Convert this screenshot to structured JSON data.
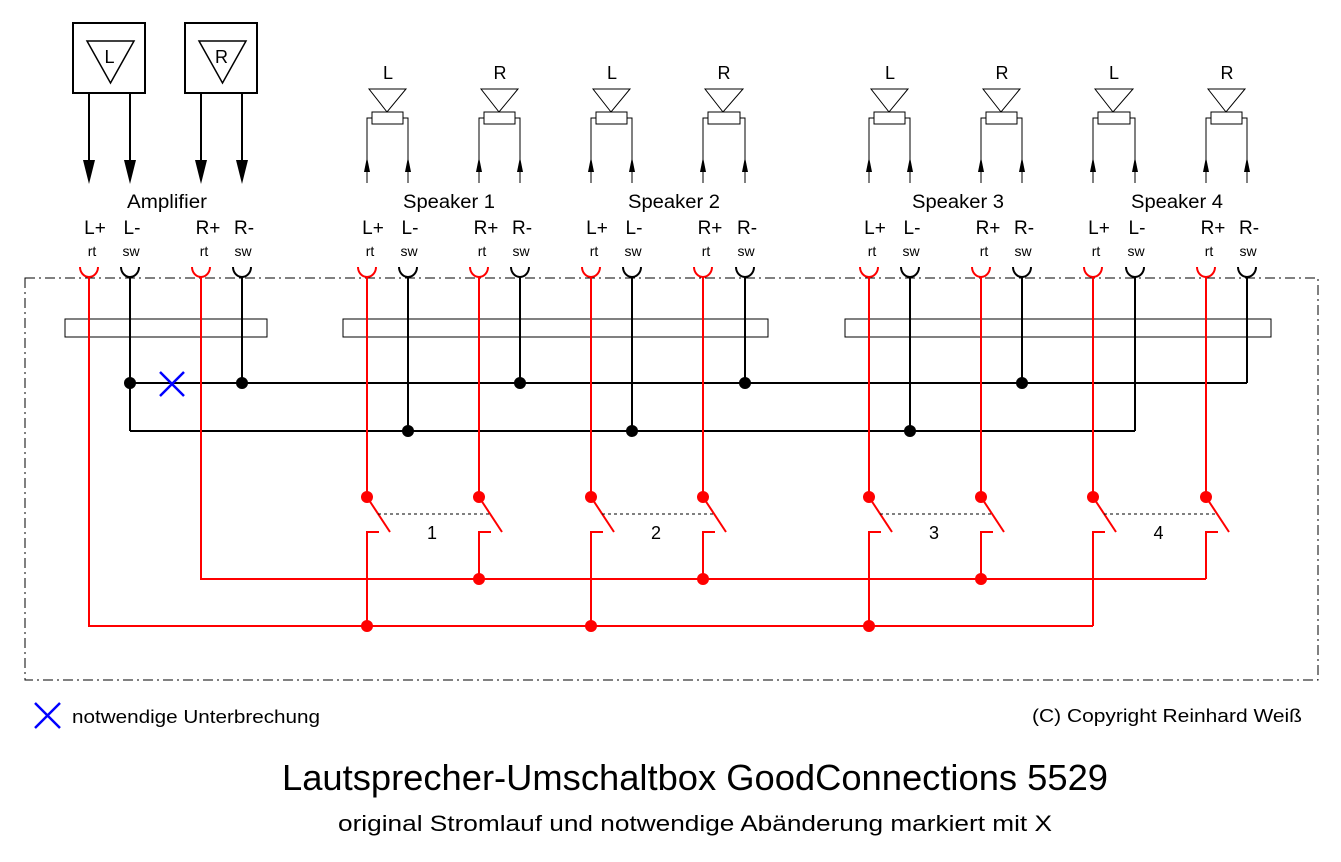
{
  "title": "Lautsprecher-Umschaltbox GoodConnections 5529",
  "subtitle": "original Stromlauf und notwendige Abänderung markiert mit X",
  "legend": {
    "marker_icon": "interruption-x-icon",
    "label": "notwendige Unterbrechung"
  },
  "copyright": "(C) Copyright Reinhard Weiß",
  "colors": {
    "positive": "#FF0000",
    "negative": "#000000",
    "interruption": "#0000FF"
  },
  "terminals": [
    {
      "label": "L+",
      "color_code": "rt"
    },
    {
      "label": "L-",
      "color_code": "sw"
    },
    {
      "label": "R+",
      "color_code": "rt"
    },
    {
      "label": "R-",
      "color_code": "sw"
    }
  ],
  "amplifier": {
    "name": "Amplifier",
    "channels": [
      "L",
      "R"
    ],
    "icon": "amplifier-output-icon"
  },
  "speakers": [
    {
      "name": "Speaker 1",
      "switch": "1",
      "channels": [
        "L",
        "R"
      ],
      "icon": "speaker-icon"
    },
    {
      "name": "Speaker 2",
      "switch": "2",
      "channels": [
        "L",
        "R"
      ],
      "icon": "speaker-icon"
    },
    {
      "name": "Speaker 3",
      "switch": "3",
      "channels": [
        "L",
        "R"
      ],
      "icon": "speaker-icon"
    },
    {
      "name": "Speaker 4",
      "switch": "4",
      "channels": [
        "L",
        "R"
      ],
      "icon": "speaker-icon"
    }
  ]
}
